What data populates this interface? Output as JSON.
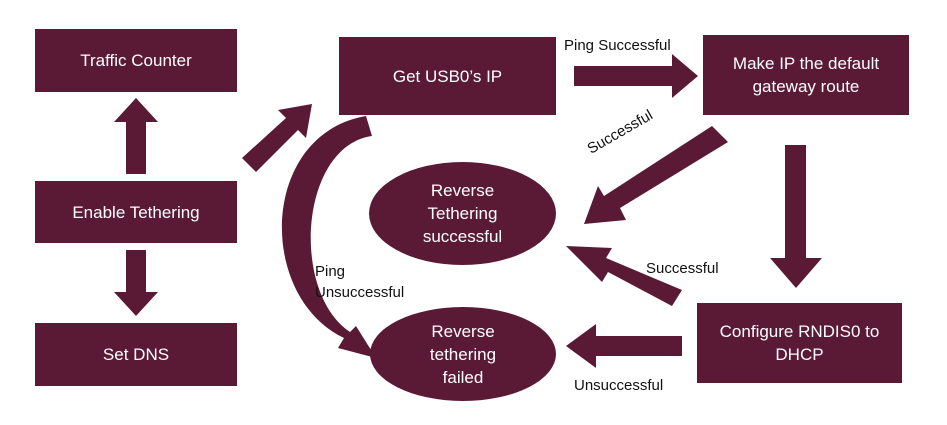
{
  "colors": {
    "node_fill": "#5a1a36",
    "node_text": "#ffffff",
    "label_text": "#111111"
  },
  "nodes": {
    "traffic_counter": "Traffic Counter",
    "enable_tethering": "Enable Tethering",
    "set_dns": "Set DNS",
    "get_usb0_ip": "Get USB0’s IP",
    "make_ip_default": "Make IP the default gateway route",
    "configure_rndis0": "Configure RNDIS0 to DHCP",
    "reverse_success": "Reverse Tethering successful",
    "reverse_failed": "Reverse tethering failed"
  },
  "edge_labels": {
    "ping_successful": "Ping Successful",
    "successful_diag": "Successful",
    "successful_lower": "Successful",
    "ping_unsuccessful_1": "Ping",
    "ping_unsuccessful_2": "Unsuccessful",
    "unsuccessful": "Unsuccessful"
  }
}
